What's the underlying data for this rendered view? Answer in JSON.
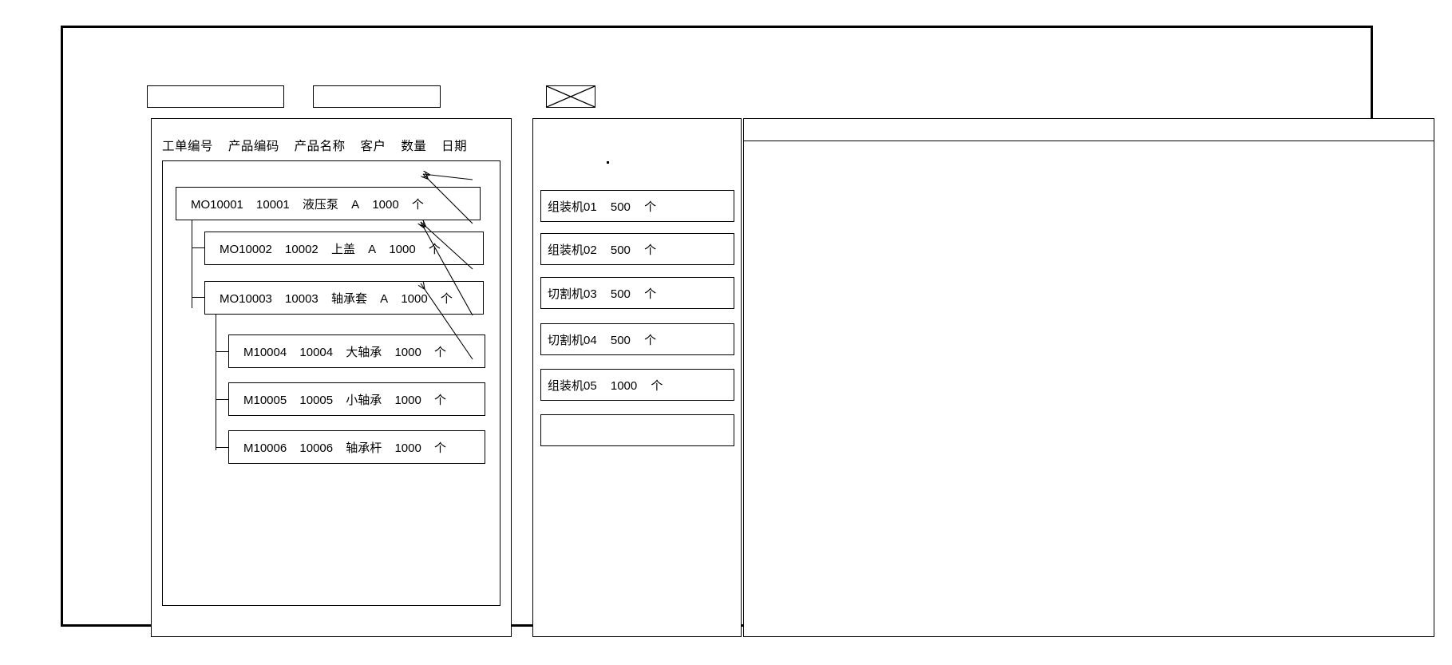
{
  "window": {
    "title": ""
  },
  "toolbar": {
    "items": [
      {
        "name": "search-field",
        "label": "",
        "icon": ""
      },
      {
        "name": "filter-field",
        "label": "",
        "icon": ""
      },
      {
        "name": "image-placeholder",
        "label": "",
        "icon": "image-placeholder-x-icon"
      }
    ]
  },
  "left_panel": {
    "columns": [
      "工单编号",
      "产品编码",
      "产品名称",
      "客户",
      "数量",
      "日期"
    ],
    "rows": [
      {
        "level": 0,
        "order_no": "MO10001",
        "product_code": "10001",
        "product_name": "液压泵",
        "customer": "A",
        "quantity": "1000",
        "unit": "个"
      },
      {
        "level": 1,
        "order_no": "MO10002",
        "product_code": "10002",
        "product_name": "上盖",
        "customer": "A",
        "quantity": "1000",
        "unit": "个"
      },
      {
        "level": 1,
        "order_no": "MO10003",
        "product_code": "10003",
        "product_name": "轴承套",
        "customer": "A",
        "quantity": "1000",
        "unit": "个"
      },
      {
        "level": 2,
        "order_no": "M10004",
        "product_code": "10004",
        "product_name": "大轴承",
        "customer": "",
        "quantity": "1000",
        "unit": "个"
      },
      {
        "level": 2,
        "order_no": "M10005",
        "product_code": "10005",
        "product_name": "小轴承",
        "customer": "",
        "quantity": "1000",
        "unit": "个"
      },
      {
        "level": 2,
        "order_no": "M10006",
        "product_code": "10006",
        "product_name": "轴承杆",
        "customer": "",
        "quantity": "1000",
        "unit": "个"
      }
    ]
  },
  "mid_panel": {
    "rows": [
      {
        "machine": "组装机01",
        "quantity": "500",
        "unit": "个"
      },
      {
        "machine": "组装机02",
        "quantity": "500",
        "unit": "个"
      },
      {
        "machine": "切割机03",
        "quantity": "500",
        "unit": "个"
      },
      {
        "machine": "切割机04",
        "quantity": "500",
        "unit": "个"
      },
      {
        "machine": "组装机05",
        "quantity": "1000",
        "unit": "个"
      },
      {
        "machine": "",
        "quantity": "",
        "unit": ""
      }
    ]
  },
  "right_panel": {
    "header": "",
    "body": ""
  },
  "colors": {
    "stroke": "#000000",
    "background": "#ffffff"
  }
}
